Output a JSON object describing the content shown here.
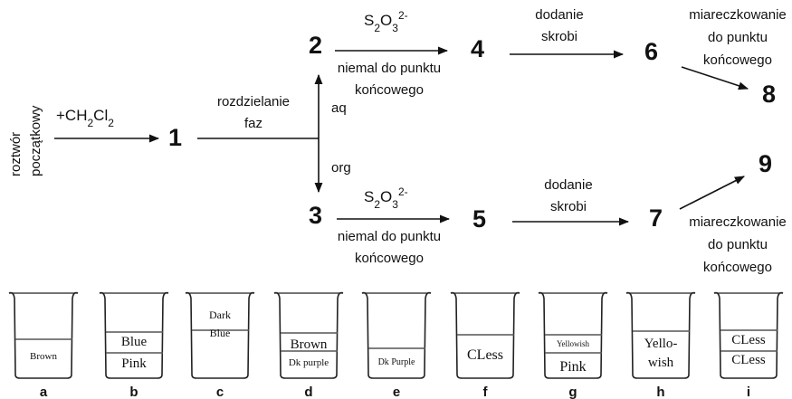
{
  "flow": {
    "start_label_line1": "roztwór",
    "start_label_line2": "początkowy",
    "reagent_ch2cl2": "+CH2Cl2",
    "separation_line1": "rozdzielanie",
    "separation_line2": "faz",
    "aq": "aq",
    "org": "org",
    "thio": "S2O32-",
    "near_endpoint_line1": "niemal do punktu",
    "near_endpoint_line2": "końcowego",
    "add_starch_line1": "dodanie",
    "add_starch_line2": "skrobi",
    "titration_line1": "miareczkowanie",
    "titration_line2": "do punktu",
    "titration_line3": "końcowego",
    "nodes": [
      "1",
      "2",
      "3",
      "4",
      "5",
      "6",
      "7",
      "8",
      "9"
    ]
  },
  "beakers": [
    {
      "letter": "a",
      "upper": "",
      "lower": "Brown",
      "lower_small": ""
    },
    {
      "letter": "b",
      "upper": "Blue",
      "lower": "Pink",
      "lower_small": ""
    },
    {
      "letter": "c",
      "upper": "Dark Blue",
      "lower": "",
      "lower_small": ""
    },
    {
      "letter": "d",
      "upper": "Brown",
      "lower": "Dk",
      "lower_small": "purple"
    },
    {
      "letter": "e",
      "upper": "",
      "lower": "Dk",
      "lower_small": "Purple"
    },
    {
      "letter": "f",
      "upper": "CLess",
      "lower": "",
      "lower_small": ""
    },
    {
      "letter": "g",
      "upper": "Yellowish",
      "lower": "Pink",
      "lower_small": ""
    },
    {
      "letter": "h",
      "upper": "Yello- wish",
      "lower": "",
      "lower_small": ""
    },
    {
      "letter": "i",
      "upper": "CLess",
      "lower": "CLess",
      "lower_small": ""
    }
  ]
}
